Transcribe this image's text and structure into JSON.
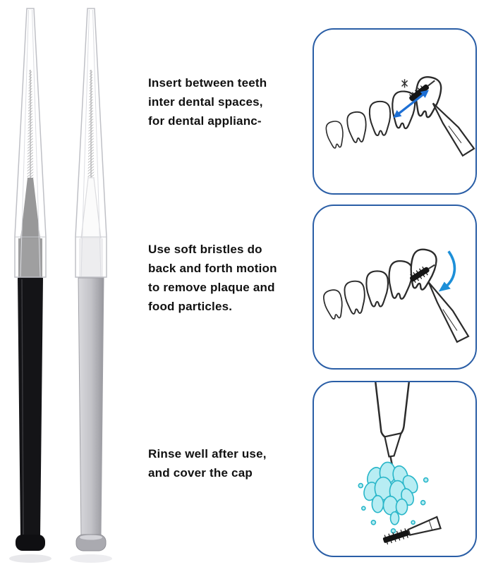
{
  "title": "Interdental brush usage instructions",
  "products": [
    {
      "name": "Black interdental brush with clear cap",
      "handle_color": "#17171a"
    },
    {
      "name": "White interdental brush with clear cap",
      "handle_color": "#bdbdc2"
    }
  ],
  "steps": [
    {
      "text": "Insert between teeth\ninter dental spaces,\nfor dental applianc-",
      "illustration": "brush inserted between teeth with blue insertion arrows"
    },
    {
      "text": "Use soft bristles do\nback and forth motion\nto remove plaque and\nfood particles.",
      "illustration": "bristles against teeth with curved blue motion arrow"
    },
    {
      "text": "Rinse well after use,\nand cover the cap",
      "illustration": "brush head rinsed under running water"
    }
  ],
  "colors": {
    "background": "#ffffff",
    "panel_border": "#2a5ea6",
    "arrow_blue": "#1d6fd4",
    "water_fill": "#b7edf3",
    "water_stroke": "#28b6c9",
    "text": "#111111"
  }
}
